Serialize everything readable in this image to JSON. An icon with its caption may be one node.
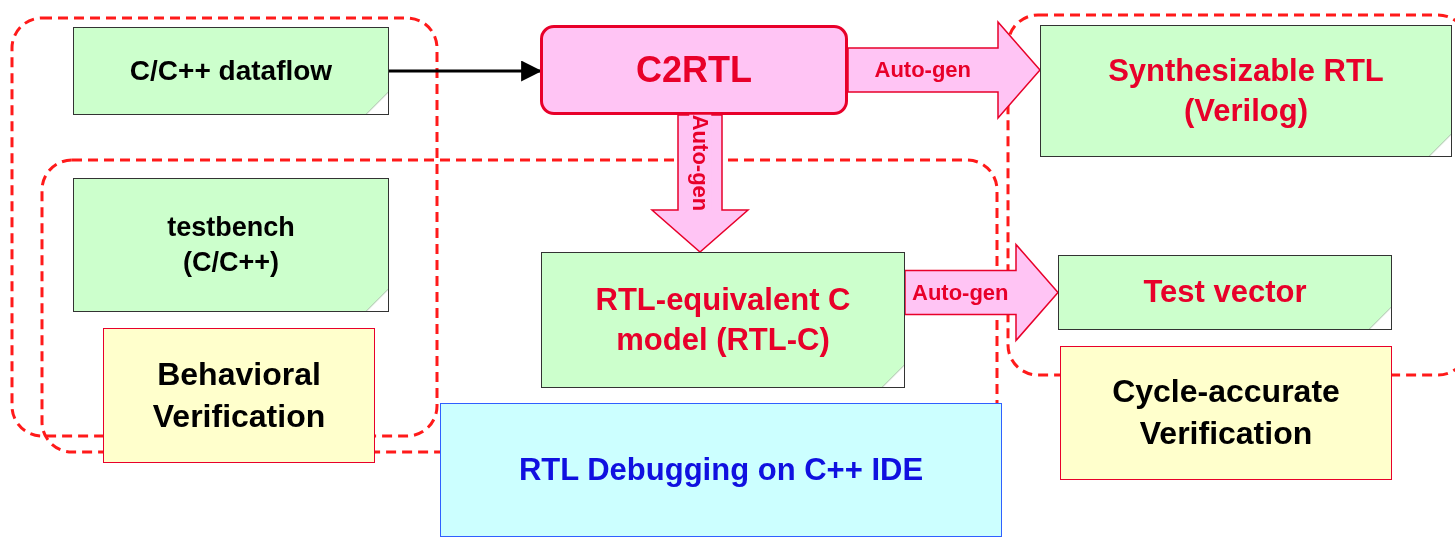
{
  "diagram": {
    "nodes": [
      {
        "text": [
          "C/C++ dataflow"
        ]
      },
      {
        "text": [
          "C2RTL"
        ]
      },
      {
        "text": [
          "Synthesizable RTL (Verilog)"
        ]
      },
      {
        "text": [
          "testbench (C/C++)"
        ]
      },
      {
        "text": [
          "RTL-equivalent C model (RTL-C)"
        ]
      },
      {
        "text": [
          "Test vector"
        ]
      },
      {
        "text": [
          "Behavioral Verification"
        ]
      },
      {
        "text": [
          "Cycle-accurate Verification"
        ]
      },
      {
        "text": [
          "RTL Debugging on C++ IDE"
        ]
      }
    ],
    "edges": [
      {
        "from": 0,
        "to": 1,
        "arrow": "to"
      },
      {
        "from": 1,
        "to": 2,
        "arrow": "to",
        "label": "Auto-gen",
        "style": "thick",
        "color": "#ffc4f4"
      },
      {
        "from": 1,
        "to": 4,
        "arrow": "to",
        "label": "Auto-gen",
        "style": "thick",
        "color": "#ffc4f4"
      },
      {
        "from": 4,
        "to": 5,
        "arrow": "to",
        "label": "Auto-gen",
        "style": "thick",
        "color": "#ffc4f4"
      }
    ]
  }
}
